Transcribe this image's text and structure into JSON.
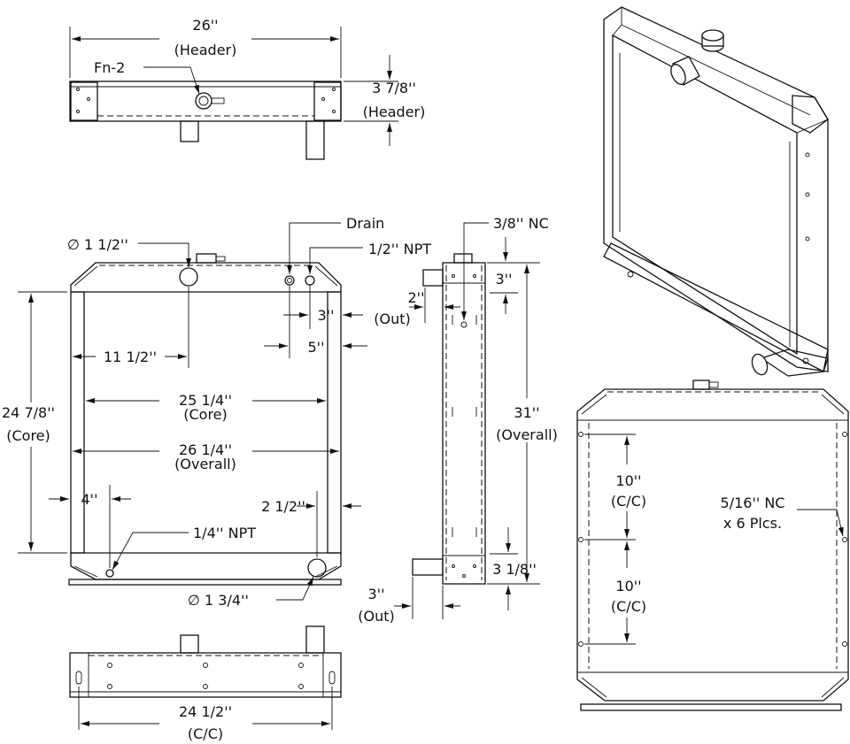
{
  "top_view": {
    "width": "26''",
    "width_sub": "(Header)",
    "fitting": "Fn-2",
    "height": "3 7/8''",
    "height_sub": "(Header)"
  },
  "front_view": {
    "inlet": "∅ 1 1/2''",
    "drain": "Drain",
    "npt_half": "1/2'' NPT",
    "dim_3": "3''",
    "dim_5": "5''",
    "dim_11_5": "11 1/2''",
    "core_width": "25 1/4''",
    "core_width_sub": "(Core)",
    "overall_width": "26 1/4''",
    "overall_width_sub": "(Overall)",
    "core_height": "24 7/8''",
    "core_height_sub": "(Core)",
    "dim_4": "4''",
    "dim_2_5": "2 1/2''",
    "npt_quarter": "1/4'' NPT",
    "outlet": "∅ 1 3/4''"
  },
  "side_view": {
    "thread": "3/8'' NC",
    "dim_3": "3''",
    "out_top": "2''",
    "out_top_sub": "(Out)",
    "overall": "31''",
    "overall_sub": "(Overall)",
    "dim_3_1_8": "3 1/8''",
    "out_bottom": "3''",
    "out_bottom_sub": "(Out)"
  },
  "rear_view": {
    "cc1": "10''",
    "cc1_sub": "(C/C)",
    "cc2": "10''",
    "cc2_sub": "(C/C)",
    "holes": "5/16'' NC",
    "holes_sub": "x 6 Plcs."
  },
  "bottom_view": {
    "width": "24 1/2''",
    "width_sub": "(C/C)"
  }
}
